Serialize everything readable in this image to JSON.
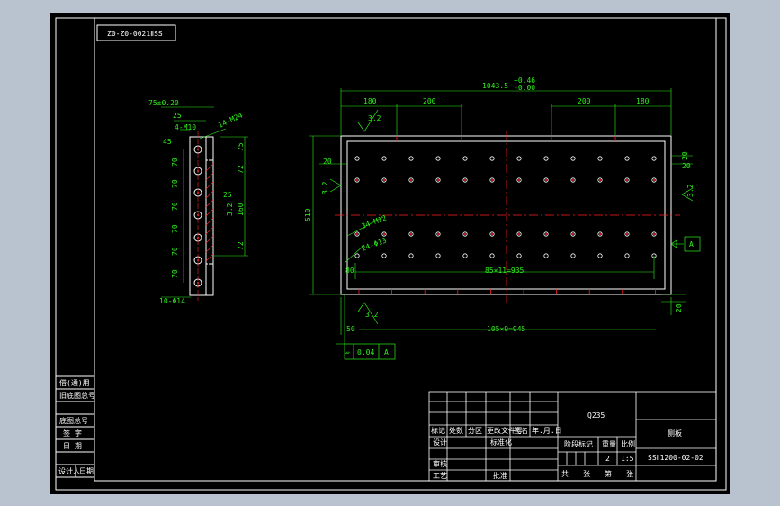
{
  "drawing": {
    "code_stamp": "Z0-Z0-0021ⅡSS",
    "material": "Q235",
    "part_name": "侧板",
    "drawing_number": "SSⅡ1200-02-02",
    "qty": "2",
    "scale": "1:5"
  },
  "left_sidebar": [
    "借(通)用",
    "旧底图总号",
    "底图总号",
    "签 字",
    "日 期",
    "设计人",
    "日期"
  ],
  "side_view": {
    "top_dim": "75±0.20",
    "thick": "25",
    "holes_m": "4-M10",
    "holes_top": "45",
    "thread": "14-M24",
    "pitch_labels": [
      "70",
      "70",
      "70",
      "70",
      "70",
      "70"
    ],
    "right_dims": [
      "75",
      "72",
      "25",
      "160",
      "72"
    ],
    "roughness": "3.2",
    "bottom_holes": "10-Φ14"
  },
  "front_view": {
    "overall_width": "1043.5",
    "tol_upper": "+0.46",
    "tol_lower": "-0.00",
    "dims_top": [
      "180",
      "200",
      "200",
      "180"
    ],
    "roughness_top": "3.2",
    "height": "510",
    "left_20": "20",
    "right_20": "20",
    "right_20b": "20",
    "holes_m12": "34-M12",
    "holes_d13": "24-Φ13",
    "spacing_inner": "85×11=935",
    "left_80": "80",
    "left_50": "50",
    "spacing_bottom": "105×9=945",
    "bottom_20": "20",
    "roughness_left": "3.2",
    "roughness_right": "3.2",
    "roughness_bottom": "3.2",
    "datum": "A",
    "flatness_sym": "▱",
    "flatness_val": "0.04",
    "flatness_ref": "A"
  },
  "title_block": {
    "row_labels": [
      "标记",
      "处数",
      "分区",
      "更改文件号",
      "签名",
      "年.月.日"
    ],
    "design_row": [
      "设计",
      "",
      "",
      "",
      "标准化"
    ],
    "check": "审核",
    "craft": "工艺",
    "approve": "批准",
    "stage_label": "阶段标记",
    "weight_label": "重量",
    "scale_label": "比例",
    "sheet_total": "共",
    "sheet_label": "张",
    "sheet_no": "第",
    "sheet_label2": "张"
  },
  "colors": {
    "bg": "#000000",
    "line": "#ffffff",
    "dim": "#2ef01a",
    "center": "#ff2020",
    "outer": "#b9c3cf"
  }
}
